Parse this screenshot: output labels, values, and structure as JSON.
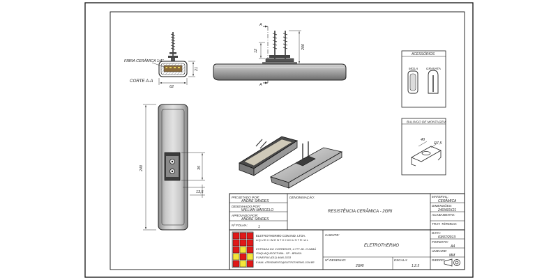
{
  "views": {
    "section_label": "CORTE A-A",
    "insulation_label": "FIBRA CERÂMICA 1/4\"",
    "section_marker": "A",
    "dims": {
      "section_width": "62",
      "section_height": "21",
      "terminal_height": "12",
      "overall_height": "200",
      "length": "240",
      "terminal_spacing": "35",
      "edge_offset": "13,5"
    }
  },
  "accessories": {
    "title": "ACESSÓRIOS",
    "item_1": "MOLA",
    "item_2": "GRAVATA"
  },
  "mounting": {
    "title": "BALOIGO DE MONTAGEM",
    "dim_1": "40",
    "dim_2": "R7,5"
  },
  "title_block": {
    "projected_by_label": "PROJETADO POR:",
    "projected_by": "ANDRÉ SANDES",
    "designed_by_label": "DESENHADO POR:",
    "designed_by": "WILLIAN MARCELO",
    "approved_by_label": "APROVADO POR:",
    "approved_by": "ANDRÉ SANDES",
    "sheet_no_label": "Nº FOLHA:",
    "sheet_no": "1",
    "designation_label": "DENOMINAÇÃO:",
    "designation": "RESISTÊNCIA CERÂMICA - 2GRI",
    "material_label": "MATERIAL:",
    "material": "CERÂMICA",
    "dimensions_label": "DIMENSÕES:",
    "dimensions": "240X60X21",
    "finish_label": "ACABAMENTO:",
    "finish": "",
    "heat_treatment_label": "TRAT. TÉRMICO:",
    "heat_treatment": "",
    "date_label": "DATA:",
    "date": "03/07/2013",
    "format_label": "FORMATO:",
    "format": "A4",
    "unit_label": "UNIDADE:",
    "unit": "MM",
    "first_dihedral_label": "DIEDRO:",
    "client_label": "CLIENTE:",
    "client": "ELETROTHERMO",
    "drawing_no_label": "Nº DESENHO:",
    "drawing_no": "2GRI",
    "scale_label": "ESCALA:",
    "scale": "1:2.5",
    "company_line_1": "ELETROTHERMO COM.IND. LTDA.",
    "company_line_2": "A Q U E C I M E N T O   I N D U S T R I A L",
    "address_1": "ESTRADA DO CORREDOR, 4.777-JD. CUIABÁ",
    "address_2": "ITAQUAQUECETUBA - SP - BRASIL",
    "phone": "FONE/FAX:(011) 4646-3333",
    "email": "E-MAIL: ATENDIMENTO@ELETROTHERMO.COM.BR"
  },
  "colors": {
    "logo_red": "#e01818",
    "logo_yellow": "#f3e63a",
    "body_gray": "#9b9b9b",
    "dark_gray": "#5a5a5a"
  }
}
